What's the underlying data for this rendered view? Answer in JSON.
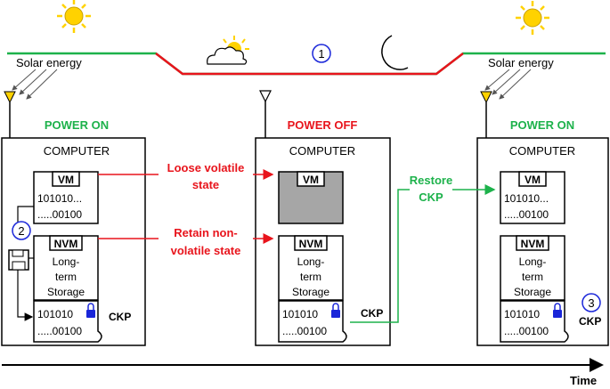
{
  "labels": {
    "solar_left": "Solar energy",
    "solar_right": "Solar energy",
    "power_on_left": "POWER ON",
    "power_off": "POWER OFF",
    "power_on_right": "POWER ON",
    "computer_left": "COMPUTER",
    "computer_mid": "COMPUTER",
    "computer_right": "COMPUTER",
    "vm": "VM",
    "nvm": "NVM",
    "bits_a": "101010...",
    "bits_b": ".....00100",
    "bits_ckp_a": "101010",
    "bits_ckp_b": ".....00100",
    "storage_l1": "Long-",
    "storage_l2": "term",
    "storage_l3": "Storage",
    "ckp": "CKP",
    "loose_l1": "Loose volatile",
    "loose_l2": "state",
    "retain_l1": "Retain non-",
    "retain_l2": "volatile state",
    "restore_l1": "Restore",
    "restore_l2": "CKP",
    "time": "Time",
    "step1": "1",
    "step2": "2",
    "step3": "3"
  },
  "colors": {
    "green": "#1db24b",
    "red": "#e8141c",
    "blue": "#1a26d9",
    "gray_fill": "#a6a6a6",
    "sun": "#ffd200"
  }
}
